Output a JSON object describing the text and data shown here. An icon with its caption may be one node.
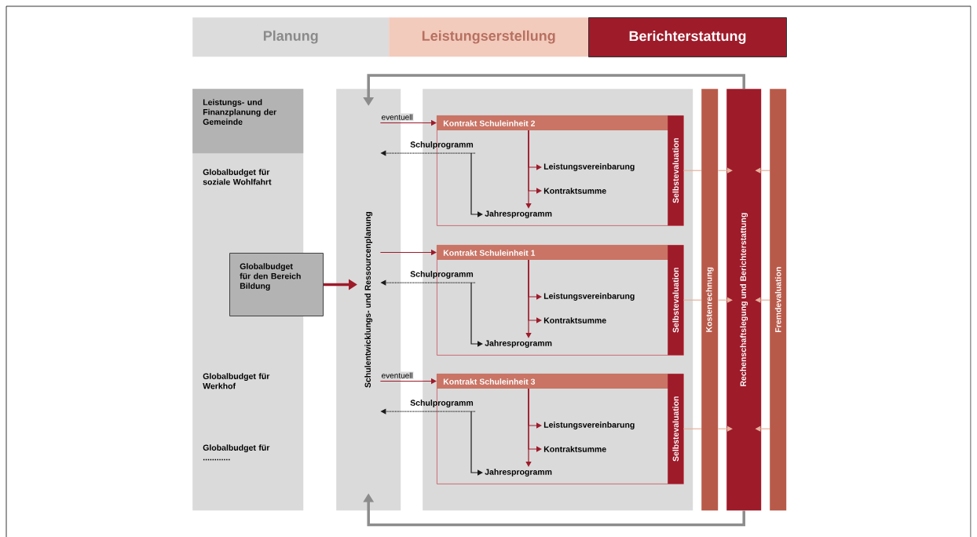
{
  "diagram": {
    "nodes": [
      {
        "text": [
          "Planung"
        ]
      },
      {
        "text": [
          "Leistungserstellung"
        ]
      },
      {
        "text": [
          "Berichterstattung"
        ]
      },
      {
        "text": [
          "Globalbudget für soziale Wohlfahrt",
          "Globalbudget für Werkhof",
          "Globalbudget für ............"
        ]
      },
      {
        "text": [
          "Leistungs- und Finanzplanung der Gemeinde"
        ],
        "in": 3
      },
      {
        "text": [
          "Globalbudget für den Bereich Bildung"
        ]
      },
      {
        "text": [
          "Schulentwicklungs- und Ressourcenplanung"
        ]
      },
      {
        "text": [],
        "shape": "box"
      },
      {
        "text": [
          "Kontrakt Schuleinheit 2"
        ],
        "in": 7
      },
      {
        "text": [
          "Selbstevaluation"
        ],
        "in": 8
      },
      {
        "text": [
          "Schulprogramm"
        ]
      },
      {
        "text": [
          "Leistungsvereinbarung"
        ],
        "in": 8
      },
      {
        "text": [
          "Kontraktsumme"
        ],
        "in": 8
      },
      {
        "text": [
          "Jahresprogramm"
        ],
        "in": 8
      },
      {
        "text": [
          "Kontrakt Schuleinheit 1"
        ],
        "in": 7
      },
      {
        "text": [
          "Selbstevaluation"
        ],
        "in": 14
      },
      {
        "text": [
          "Schulprogramm"
        ]
      },
      {
        "text": [
          "Leistungsvereinbarung"
        ],
        "in": 14
      },
      {
        "text": [
          "Kontraktsumme"
        ],
        "in": 14
      },
      {
        "text": [
          "Jahresprogramm"
        ],
        "in": 14
      },
      {
        "text": [
          "Kontrakt Schuleinheit 3"
        ],
        "in": 7
      },
      {
        "text": [
          "Selbstevaluation"
        ],
        "in": 20
      },
      {
        "text": [
          "Schulprogramm"
        ]
      },
      {
        "text": [
          "Leistungsvereinbarung"
        ],
        "in": 20
      },
      {
        "text": [
          "Kontraktsumme"
        ],
        "in": 20
      },
      {
        "text": [
          "Jahresprogramm"
        ],
        "in": 20
      },
      {
        "text": [
          "Kostenrechnung"
        ]
      },
      {
        "text": [
          "Rechenschaftslegung und Berichterstattung"
        ]
      },
      {
        "text": [
          "Fremdevaluation"
        ]
      }
    ],
    "edges": [
      {
        "from": 6,
        "to": 8,
        "arrow": "to",
        "label": "eventuell"
      },
      {
        "from": 8,
        "to": 11,
        "arrow": "to"
      },
      {
        "from": 8,
        "to": 12,
        "arrow": "to"
      },
      {
        "from": 8,
        "to": 13,
        "arrow": "to"
      },
      {
        "from": 10,
        "to": 6,
        "arrow": "to",
        "style": "dashed",
        "color": "#1a1a1a"
      },
      {
        "from": 10,
        "to": 13,
        "arrow": "to",
        "color": "#1a1a1a"
      },
      {
        "from": 9,
        "to": 26,
        "arrow": "none",
        "color": "#e8b09c"
      },
      {
        "from": 6,
        "to": 14,
        "arrow": "to"
      },
      {
        "from": 14,
        "to": 17,
        "arrow": "to"
      },
      {
        "from": 14,
        "to": 18,
        "arrow": "to"
      },
      {
        "from": 14,
        "to": 19,
        "arrow": "to"
      },
      {
        "from": 16,
        "to": 6,
        "arrow": "to",
        "style": "dashed",
        "color": "#1a1a1a"
      },
      {
        "from": 16,
        "to": 19,
        "arrow": "to",
        "color": "#1a1a1a"
      },
      {
        "from": 15,
        "to": 26,
        "arrow": "none",
        "color": "#e8b09c"
      },
      {
        "from": 6,
        "to": 20,
        "arrow": "to",
        "label": "eventuell"
      },
      {
        "from": 20,
        "to": 23,
        "arrow": "to"
      },
      {
        "from": 20,
        "to": 24,
        "arrow": "to"
      },
      {
        "from": 20,
        "to": 25,
        "arrow": "to"
      },
      {
        "from": 22,
        "to": 6,
        "arrow": "to",
        "style": "dashed",
        "color": "#1a1a1a"
      },
      {
        "from": 22,
        "to": 25,
        "arrow": "to",
        "color": "#1a1a1a"
      },
      {
        "from": 21,
        "to": 26,
        "arrow": "none",
        "color": "#e8b09c"
      },
      {
        "from": 28,
        "to": 27,
        "arrow": "to",
        "color": "#e8b09c"
      },
      {
        "from": 28,
        "to": 27,
        "arrow": "to",
        "color": "#e8b09c"
      },
      {
        "from": 28,
        "to": 27,
        "arrow": "to",
        "color": "#e8b09c"
      },
      {
        "from": 5,
        "to": 6,
        "arrow": "to",
        "style": "thick"
      },
      {
        "from": 27,
        "to": 6,
        "arrow": "to",
        "style": "thick",
        "color": "#8c8c8c"
      },
      {
        "from": 27,
        "to": 6,
        "arrow": "to",
        "style": "thick",
        "color": "#8c8c8c"
      },
      {
        "from": 26,
        "to": 27,
        "arrow": "to",
        "color": "#e8b09c"
      },
      {
        "from": 26,
        "to": 27,
        "arrow": "to",
        "color": "#e8b09c"
      },
      {
        "from": 26,
        "to": 27,
        "arrow": "to",
        "color": "#e8b09c"
      }
    ]
  }
}
